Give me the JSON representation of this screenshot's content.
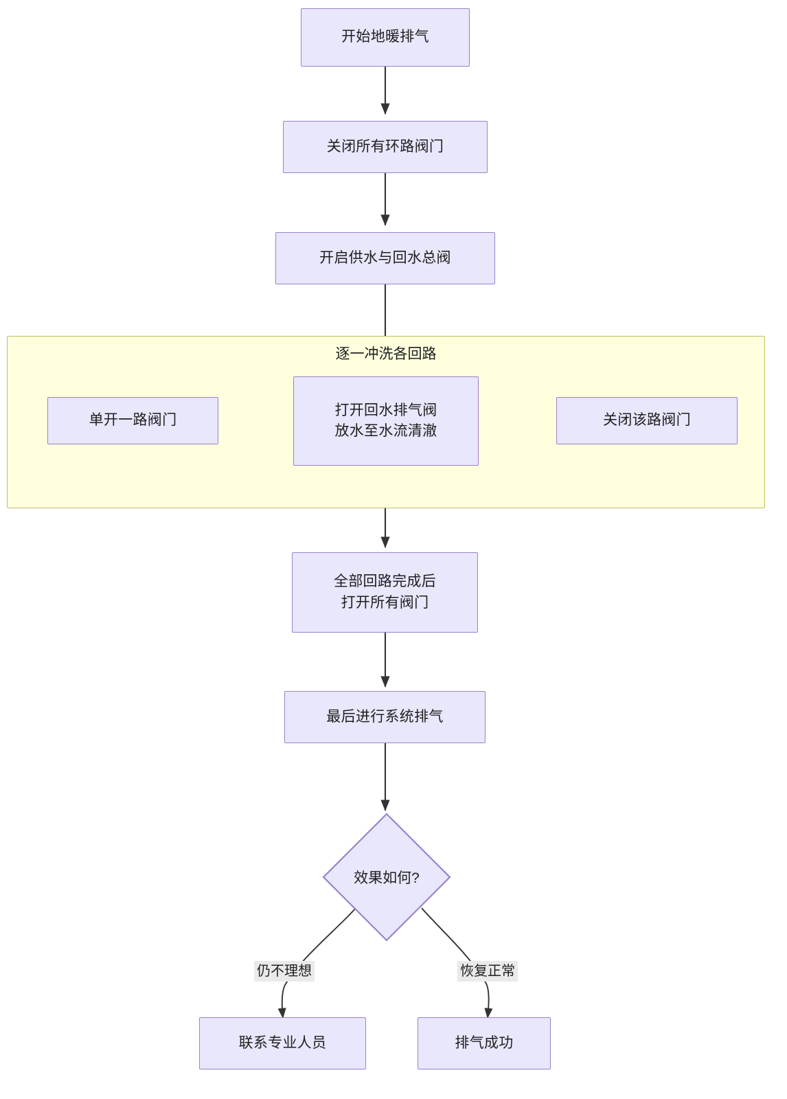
{
  "diagram": {
    "type": "flowchart",
    "direction": "top-down",
    "title_text": "",
    "colors": {
      "node_fill": "#e8e7fb",
      "node_stroke": "#9a82ca",
      "subgraph_fill": "#ffffde",
      "subgraph_stroke": "#bfbf67",
      "edge_stroke": "#333333",
      "label_bg": "#eaeaea",
      "text": "#1f1f1f"
    },
    "subgraph": {
      "title": "逐一冲洗各回路"
    },
    "nodes": [
      {
        "id": "start",
        "label": "开始地暖排气",
        "shape": "rect"
      },
      {
        "id": "close",
        "label": "关闭所有环路阀门",
        "shape": "rect"
      },
      {
        "id": "openmain",
        "label": "开启供水与回水总阀",
        "shape": "rect"
      },
      {
        "id": "one",
        "label": "单开一路阀门",
        "shape": "rect"
      },
      {
        "id": "drain",
        "label": "打开回水排气阀\n放水至水流清澈",
        "shape": "rect"
      },
      {
        "id": "closeone",
        "label": "关闭该路阀门",
        "shape": "rect"
      },
      {
        "id": "allopen",
        "label": "全部回路完成后\n打开所有阀门",
        "shape": "rect"
      },
      {
        "id": "purge",
        "label": "最后进行系统排气",
        "shape": "rect"
      },
      {
        "id": "check",
        "label": "效果如何?",
        "shape": "diamond"
      },
      {
        "id": "contact",
        "label": "联系专业人员",
        "shape": "rect"
      },
      {
        "id": "success",
        "label": "排气成功",
        "shape": "rect"
      }
    ],
    "edges": [
      {
        "from": "start",
        "to": "close",
        "label": ""
      },
      {
        "from": "close",
        "to": "openmain",
        "label": ""
      },
      {
        "from": "openmain",
        "to": "one",
        "label": ""
      },
      {
        "from": "one",
        "to": "drain",
        "label": ""
      },
      {
        "from": "drain",
        "to": "closeone",
        "label": ""
      },
      {
        "from": "closeone",
        "to": "allopen",
        "label": ""
      },
      {
        "from": "allopen",
        "to": "purge",
        "label": ""
      },
      {
        "from": "purge",
        "to": "check",
        "label": ""
      },
      {
        "from": "check",
        "to": "contact",
        "label": "仍不理想"
      },
      {
        "from": "check",
        "to": "success",
        "label": "恢复正常"
      }
    ],
    "edge_labels": {
      "not_ideal": "仍不理想",
      "back_to_normal": "恢复正常"
    }
  }
}
